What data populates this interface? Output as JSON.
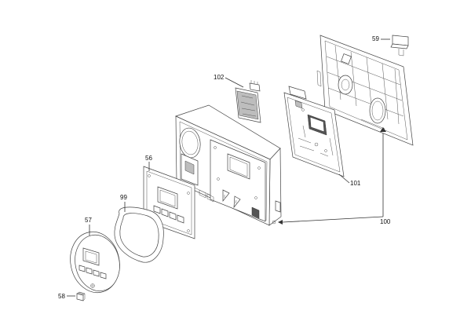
{
  "callouts": {
    "c59": "59",
    "c102": "102",
    "c56": "56",
    "c99": "99",
    "c57": "57",
    "c58": "58",
    "c101": "101",
    "c100": "100"
  }
}
